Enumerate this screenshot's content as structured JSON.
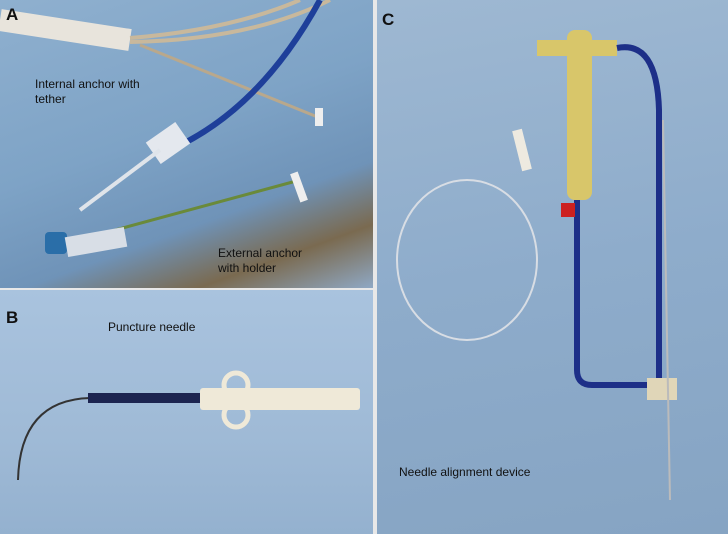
{
  "panels": {
    "a": {
      "letter": "A",
      "label_internal": "Internal anchor with tether",
      "label_internal_l1": "Internal anchor with",
      "label_internal_l2": "tether",
      "label_external_l1": "External anchor",
      "label_external_l2": "with holder"
    },
    "b": {
      "letter": "B",
      "label": "Puncture needle"
    },
    "c": {
      "letter": "C",
      "label": "Needle alignment device"
    }
  }
}
